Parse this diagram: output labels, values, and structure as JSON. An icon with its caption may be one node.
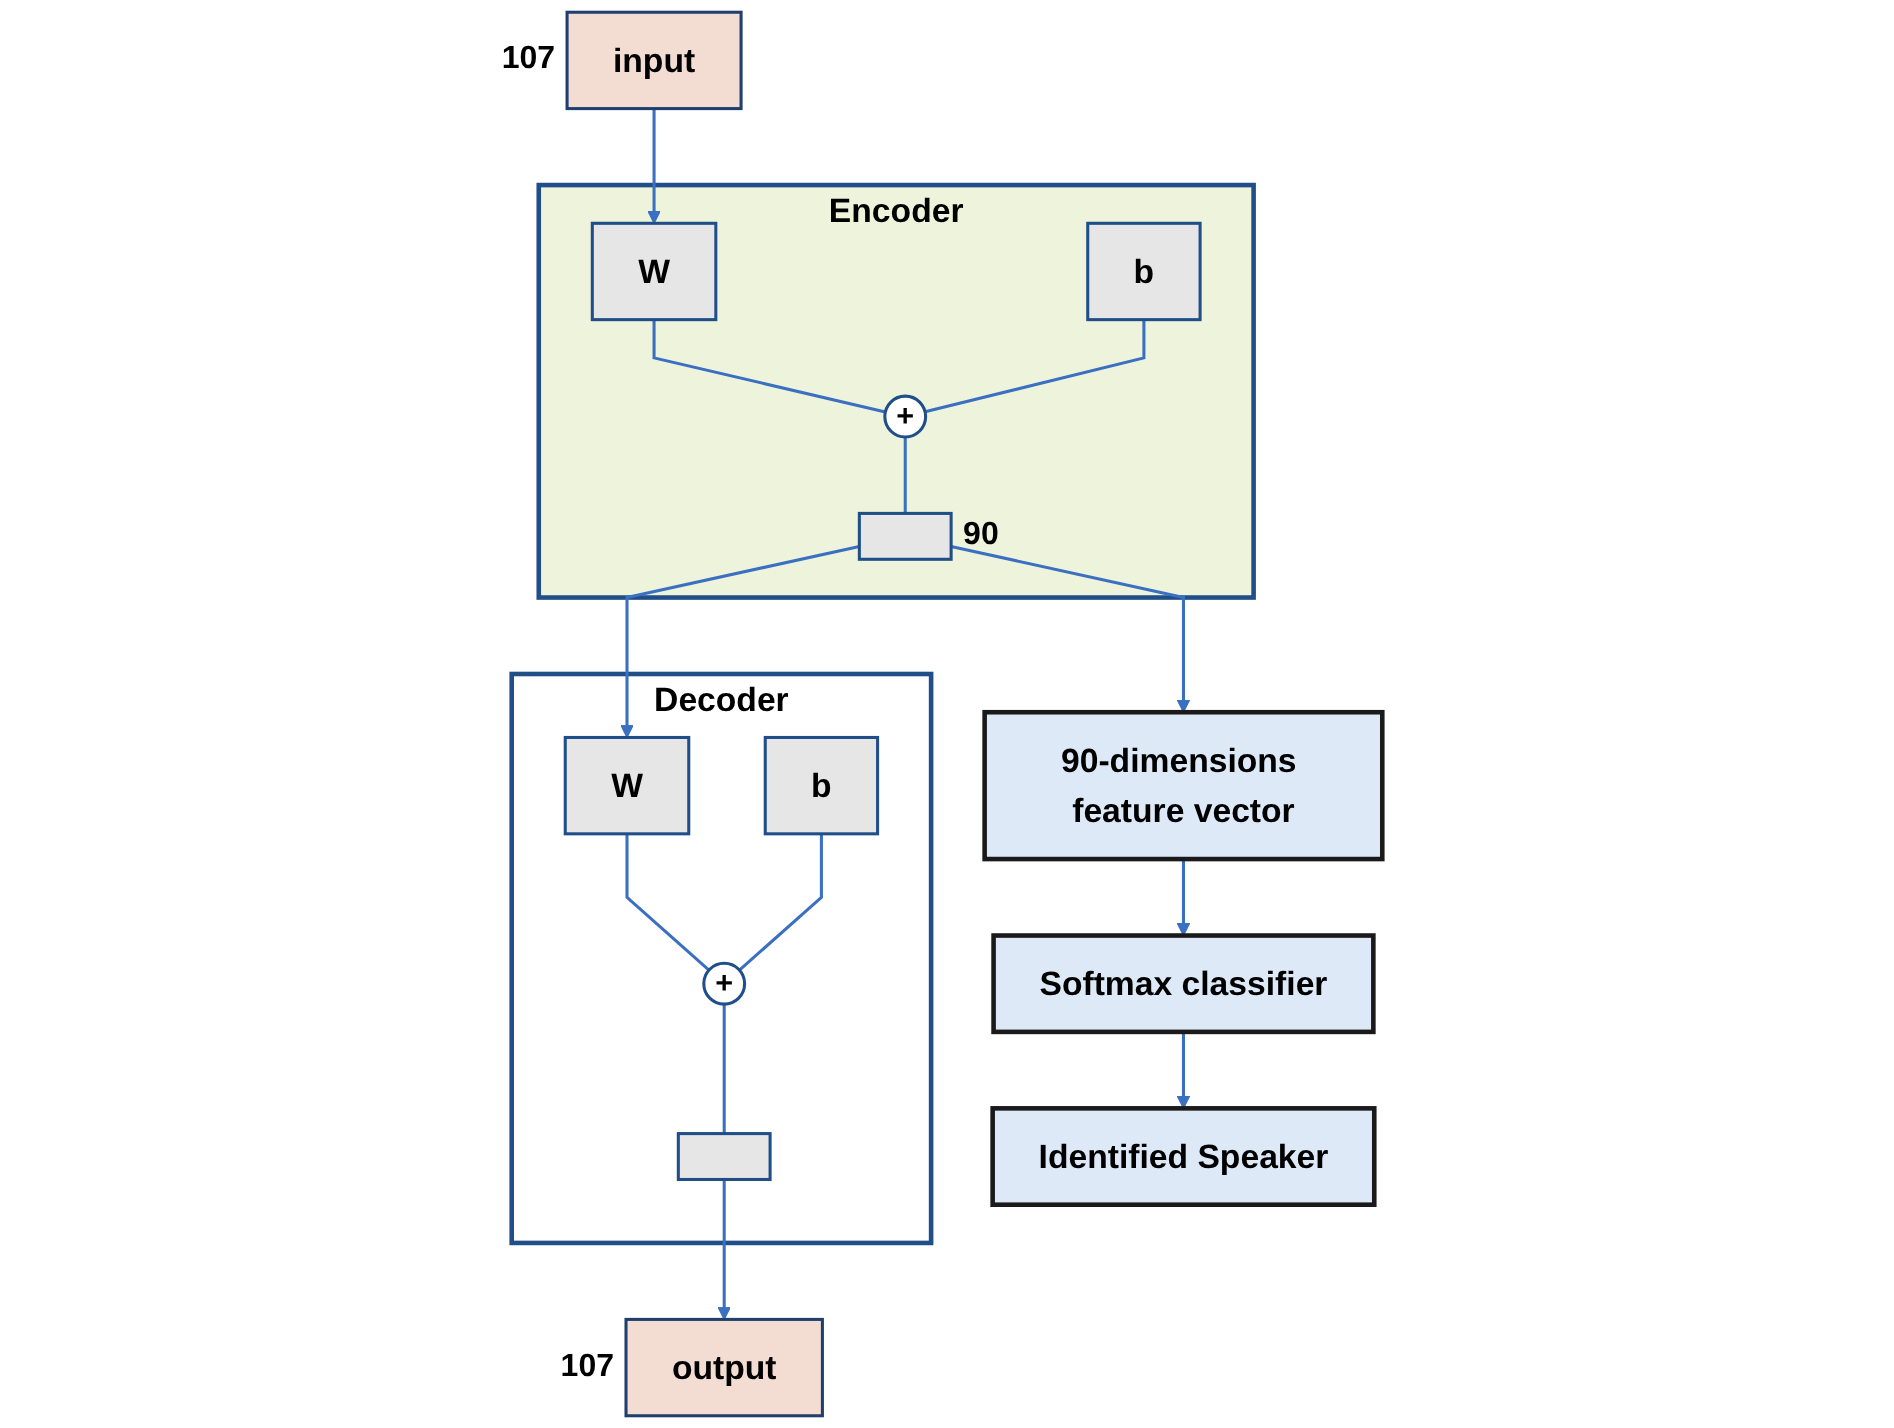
{
  "diagram": {
    "nodes": [
      {
        "text": [
          "input"
        ],
        "beside": [
          "107"
        ]
      },
      {
        "text": [
          "Encoder"
        ]
      },
      {
        "text": [
          "W"
        ],
        "in": 1
      },
      {
        "text": [
          "b"
        ],
        "in": 1
      },
      {
        "text": [
          "+"
        ],
        "in": 1
      },
      {
        "text": [],
        "shape": "box",
        "in": 1,
        "beside": [
          "90"
        ]
      },
      {
        "text": [
          "Decoder"
        ]
      },
      {
        "text": [
          "W"
        ],
        "in": 6
      },
      {
        "text": [
          "b"
        ],
        "in": 6
      },
      {
        "text": [
          "+"
        ],
        "in": 6
      },
      {
        "text": [],
        "shape": "box",
        "in": 6
      },
      {
        "text": [
          "output"
        ],
        "beside": [
          "107"
        ]
      },
      {
        "text": [
          "90-dimensions feature vector"
        ]
      },
      {
        "text": [
          "Softmax classifier"
        ]
      },
      {
        "text": [
          "Identified Speaker"
        ]
      }
    ],
    "edges": [
      {
        "from": 0,
        "to": 2,
        "arrow": "to"
      },
      {
        "from": 2,
        "to": 4,
        "arrow": "none"
      },
      {
        "from": 3,
        "to": 4,
        "arrow": "none"
      },
      {
        "from": 4,
        "to": 5,
        "arrow": "none"
      },
      {
        "from": 5,
        "to": 7,
        "arrow": "to"
      },
      {
        "from": 5,
        "to": 12,
        "arrow": "to"
      },
      {
        "from": 7,
        "to": 9,
        "arrow": "none"
      },
      {
        "from": 8,
        "to": 9,
        "arrow": "none"
      },
      {
        "from": 9,
        "to": 10,
        "arrow": "none"
      },
      {
        "from": 10,
        "to": 11,
        "arrow": "to"
      },
      {
        "from": 12,
        "to": 13,
        "arrow": "to"
      },
      {
        "from": 13,
        "to": 14,
        "arrow": "to"
      }
    ]
  }
}
